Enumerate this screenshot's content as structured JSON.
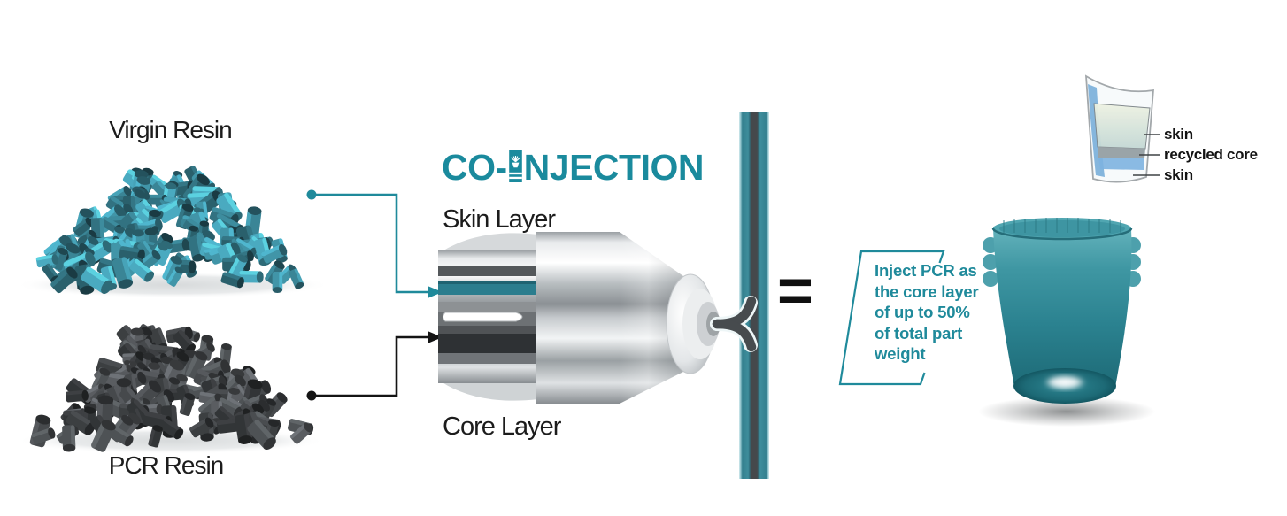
{
  "diagram_title": {
    "prefix": "CO-",
    "suffix": "NJECTION",
    "full_label": "CO-INJECTION"
  },
  "left": {
    "virgin_resin_label": "Virgin Resin",
    "pcr_resin_label": "PCR Resin"
  },
  "nozzle": {
    "skin_layer_label": "Skin Layer",
    "core_layer_label": "Core Layer"
  },
  "equals_sign": "=",
  "callout": {
    "full_text": "Inject PCR as the core layer of up to 50% of total part weight",
    "lines": [
      "Inject PCR as",
      "the core layer",
      "of up to 50%",
      "of total part",
      "weight"
    ]
  },
  "cup_cross_section": {
    "labels": [
      "skin",
      "recycled core",
      "skin"
    ]
  },
  "colors": {
    "accent_teal": "#1f8a9b",
    "title_teal": "#1a8a9d",
    "pellet_teal_base": "#3a8596",
    "pellet_gray_base": "#46494c",
    "tube_teal": "#357f8e",
    "tube_core_dark": "#474b4e",
    "metal_silver": "#c8ccd0",
    "cup_teal": "#2f8490",
    "label_black": "#1a1a1a"
  }
}
